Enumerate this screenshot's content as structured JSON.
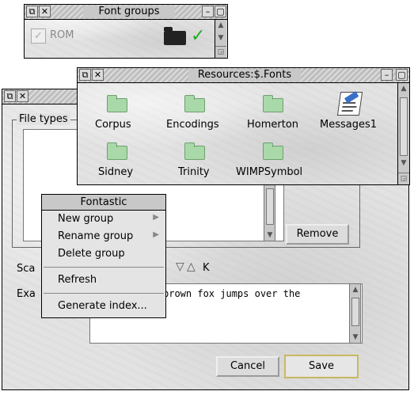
{
  "font_groups": {
    "title": "Font groups",
    "rom_label": "ROM",
    "check_mark": "✓"
  },
  "resources": {
    "title": "Resources:$.Fonts",
    "items": [
      {
        "name": "Corpus"
      },
      {
        "name": "Encodings"
      },
      {
        "name": "Homerton"
      },
      {
        "name": "Messages1"
      },
      {
        "name": "Sidney"
      },
      {
        "name": "Trinity"
      },
      {
        "name": "WIMPSymbol"
      }
    ]
  },
  "main": {
    "file_types_label": "File types",
    "remove_label": "Remove",
    "scale_label": "Sca",
    "scale_unit": "K",
    "example_label": "Exa",
    "example_text": "brown fox jumps over the",
    "cancel_label": "Cancel",
    "save_label": "Save"
  },
  "menu": {
    "title": "Fontastic",
    "items": [
      {
        "label": "New group",
        "submenu": true
      },
      {
        "label": "Rename group",
        "submenu": true
      },
      {
        "label": "Delete group",
        "submenu": false
      },
      {
        "label": "Refresh",
        "submenu": false
      },
      {
        "label": "Generate index...",
        "submenu": false
      }
    ]
  },
  "colors": {
    "accent_green": "#22aa22",
    "folder_green": "#a9d8a9",
    "title_bar": "#c8c8c8"
  }
}
